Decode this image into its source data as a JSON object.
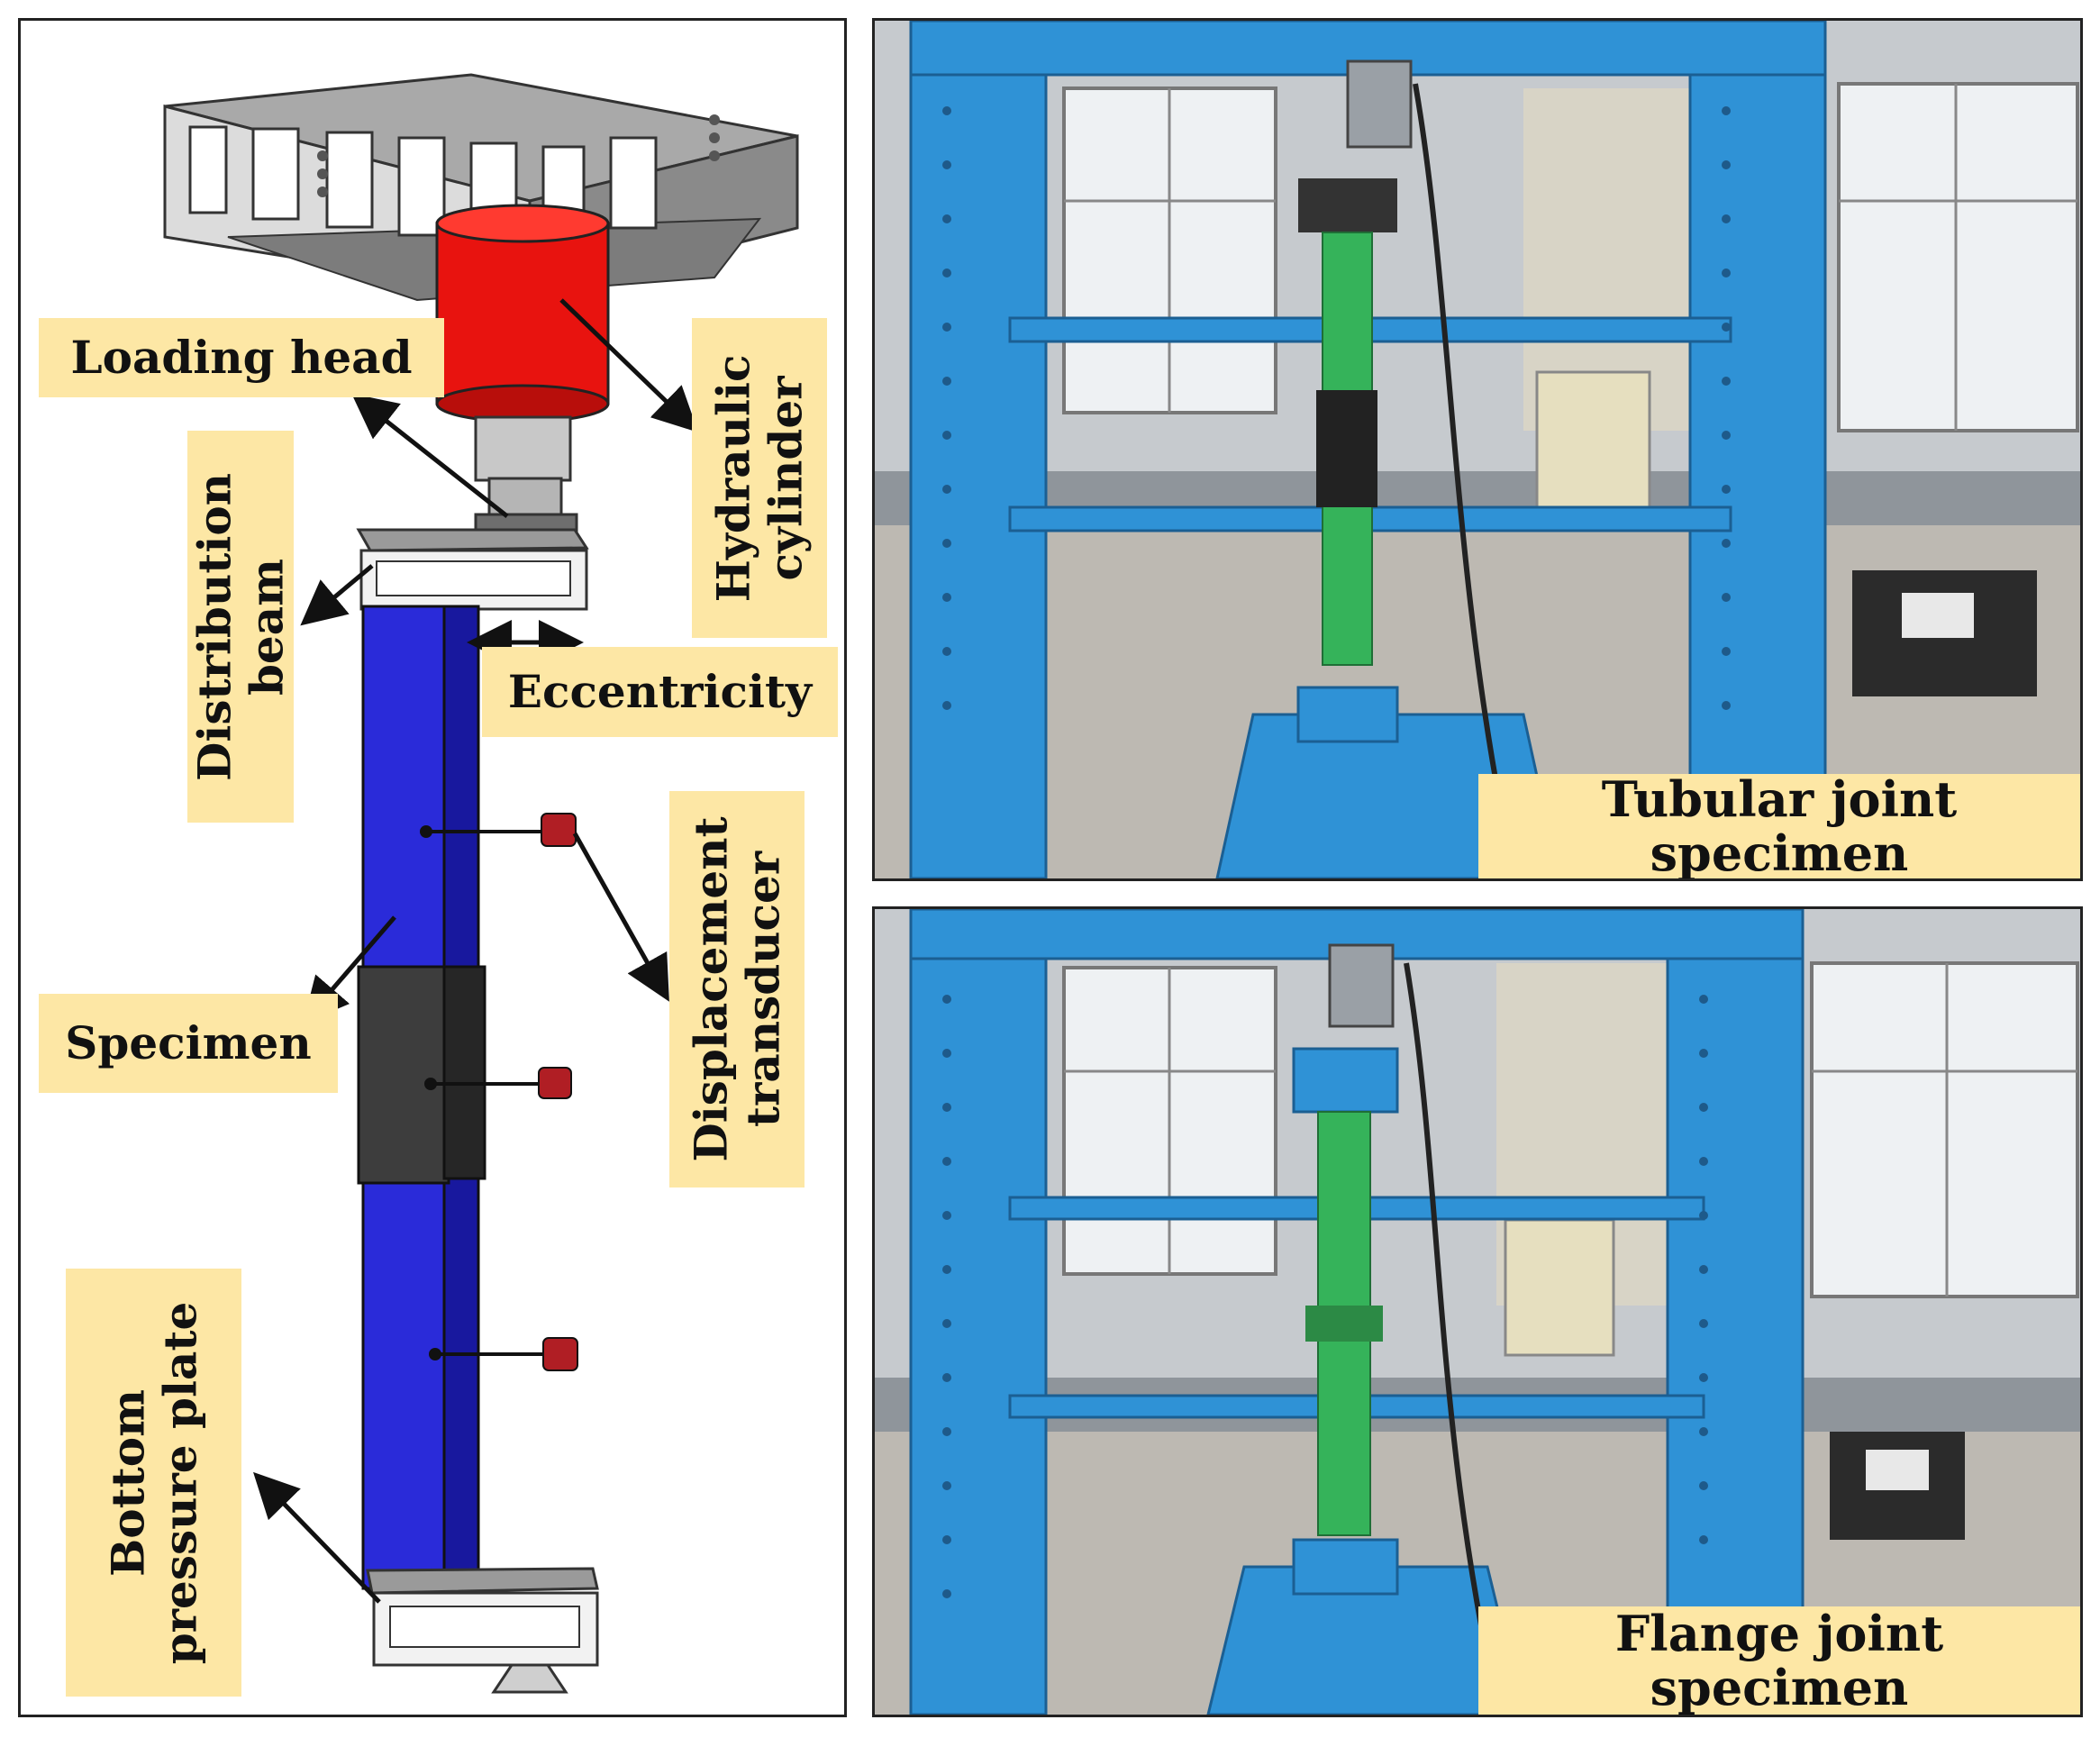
{
  "labels": {
    "loading_head": "Loading head",
    "hydraulic_cylinder": [
      "Hydraulic",
      "cylinder"
    ],
    "distribution_beam": [
      "Distribution",
      "beam"
    ],
    "eccentricity": "Eccentricity",
    "displacement_transducer": [
      "Displacement",
      "transducer"
    ],
    "specimen": "Specimen",
    "bottom_pressure_plate": [
      "Bottom",
      "pressure plate"
    ]
  },
  "photos": {
    "top_caption": [
      "Tubular joint",
      "specimen"
    ],
    "bottom_caption": "Flange joint specimen"
  },
  "colors": {
    "label_bg": "#fde7a5",
    "hydraulic_cylinder": "#e8130f",
    "specimen_column": "#2a2bd9",
    "joint_sleeve": "#3d3d3d",
    "test_frame": "#2f92d6",
    "specimen_green": "#35b35a",
    "sensor": "#b01e24"
  }
}
